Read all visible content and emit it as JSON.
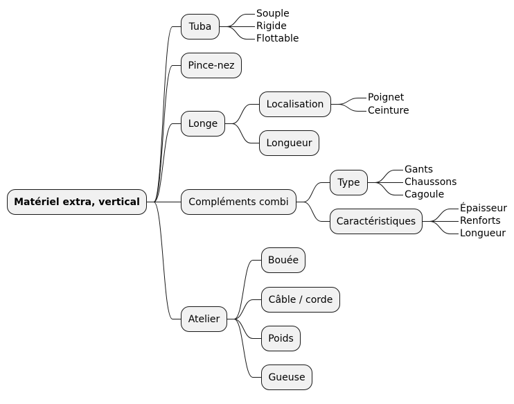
{
  "mindmap": {
    "root": {
      "label": "Matériel extra, vertical"
    },
    "branches": [
      {
        "label": "Tuba",
        "leaves": [
          "Souple",
          "Rigide",
          "Flottable"
        ]
      },
      {
        "label": "Pince-nez",
        "leaves": []
      },
      {
        "label": "Longe",
        "children": [
          {
            "label": "Localisation",
            "leaves": [
              "Poignet",
              "Ceinture"
            ]
          },
          {
            "label": "Longueur",
            "leaves": []
          }
        ]
      },
      {
        "label": "Compléments combi",
        "children": [
          {
            "label": "Type",
            "leaves": [
              "Gants",
              "Chaussons",
              "Cagoule"
            ]
          },
          {
            "label": "Caractéristiques",
            "leaves": [
              "Épaisseur",
              "Renforts",
              "Longueur"
            ]
          }
        ]
      },
      {
        "label": "Atelier",
        "children": [
          {
            "label": "Bouée"
          },
          {
            "label": "Câble / corde"
          },
          {
            "label": "Poids"
          },
          {
            "label": "Gueuse"
          }
        ]
      }
    ]
  }
}
